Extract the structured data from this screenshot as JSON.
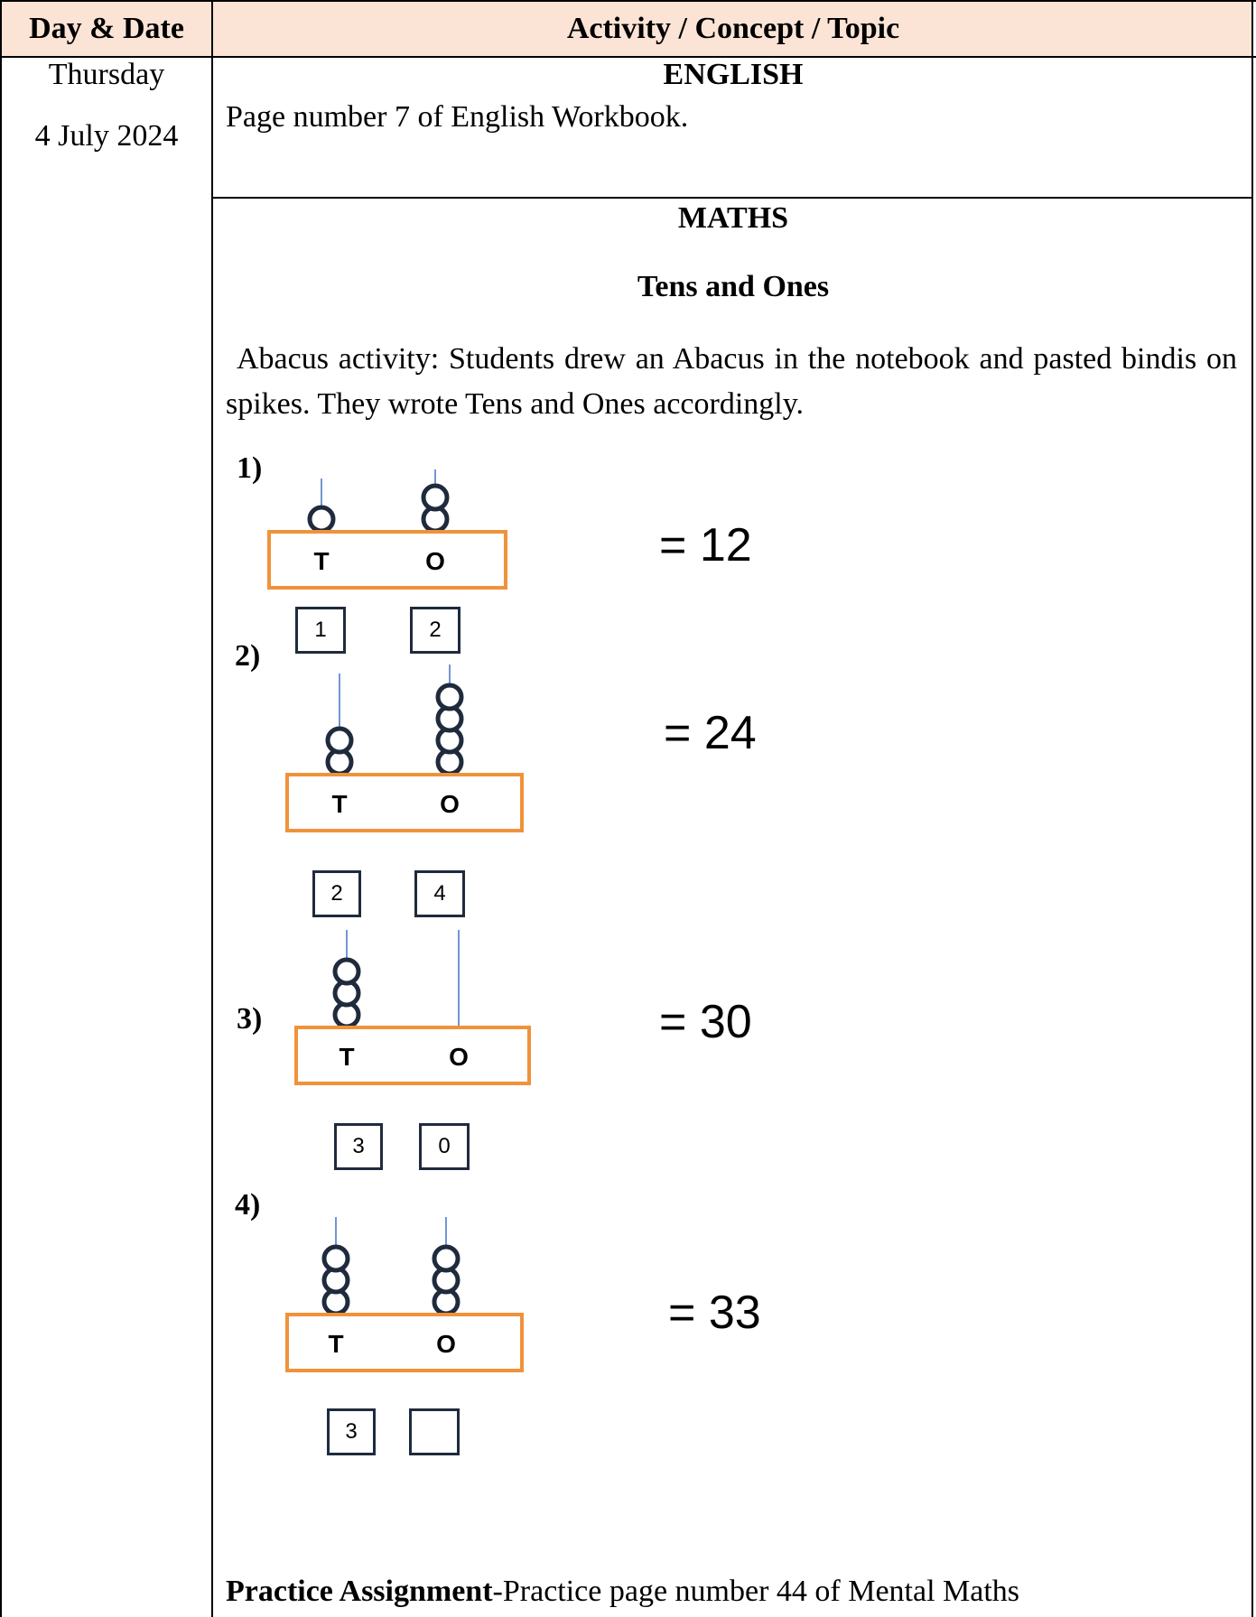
{
  "table": {
    "header_day": "Day & Date",
    "header_activity": "Activity / Concept / Topic",
    "day": "Thursday",
    "date": "4 July 2024"
  },
  "english": {
    "title": "ENGLISH",
    "text": "Page number 7 of English Workbook."
  },
  "maths": {
    "title": "MATHS",
    "subtitle": "Tens and Ones",
    "description": "Abacus activity: Students drew an Abacus in the notebook and pasted bindis on spikes. They wrote Tens and Ones accordingly.",
    "abacus_tens_label": "T",
    "abacus_ones_label": "O",
    "items": [
      {
        "label": "1)",
        "tens": 1,
        "ones": 2,
        "box_tens": "1",
        "box_ones": "2",
        "result": "= 12"
      },
      {
        "label": "2)",
        "tens": 2,
        "ones": 4,
        "box_tens": "2",
        "box_ones": "4",
        "result": "= 24"
      },
      {
        "label": "3)",
        "tens": 3,
        "ones": 0,
        "box_tens": "3",
        "box_ones": "0",
        "result": "= 30"
      },
      {
        "label": "4)",
        "tens": 3,
        "ones": 3,
        "box_tens": "3",
        "box_ones": "",
        "result": "= 33"
      }
    ],
    "practice_bold": "Practice Assignment",
    "practice_text": "-Practice page number 44 of Mental Maths"
  },
  "colors": {
    "header_bg": "#fbe4d5",
    "abacus_frame": "#f0923a",
    "bead": "#1f2b3d",
    "spike": "#4472c4"
  }
}
